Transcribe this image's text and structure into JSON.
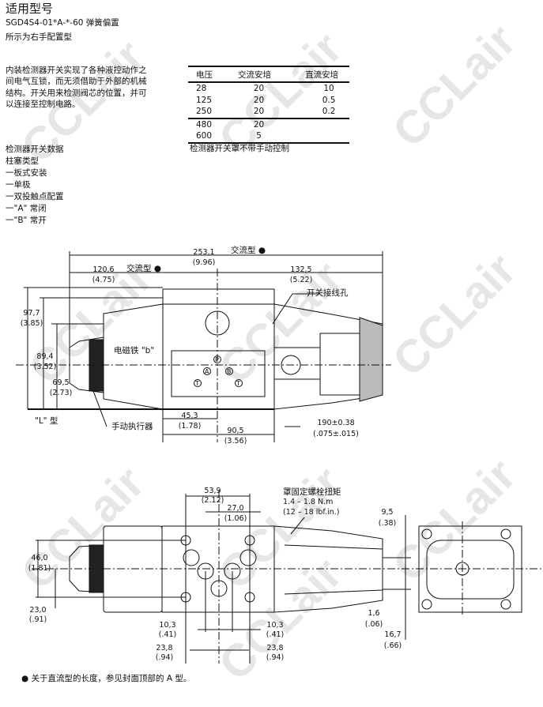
{
  "header": {
    "title": "适用型号",
    "model": "SGD4S4-01*A-*-60 弹簧偏置",
    "subtitle": "所示为右手配置型"
  },
  "description": [
    "内装检测器开关实现了各种液控动作之",
    "间电气互锁，而无须借助于外部的机械",
    "结构。开关用来检测阀芯的位置，并可",
    "以连接至控制电路。"
  ],
  "switch_data": {
    "title": "检测器开关数据",
    "items": [
      "柱塞类型",
      "一板式安装",
      "一单极",
      "一双投触点配置",
      "一\"A\" 常闭",
      "一\"B\" 常开"
    ]
  },
  "rating_table": {
    "headers": [
      "电压",
      "交流安培",
      "直流安培"
    ],
    "rows": [
      [
        "28",
        "20",
        "10"
      ],
      [
        "125",
        "20",
        "0.5"
      ],
      [
        "250",
        "20",
        "0.2"
      ],
      [
        "480",
        "20",
        ""
      ],
      [
        "600",
        "5",
        ""
      ]
    ],
    "note": "检测器开关罩不带手动控制"
  },
  "drawing_side": {
    "d_total": "253,1",
    "d_total_in": "(9.96)",
    "ac_label1": "交流型 ●",
    "d_left": "120,6",
    "d_left_in": "(4.75)",
    "ac_label2": "交流型 ●",
    "d_right": "132,5",
    "d_right_in": "(5.22)",
    "switch_port": "开关接线孔",
    "h1": "97,7",
    "h1_in": "(3.85)",
    "h2": "89,4",
    "h2_in": "(3.52)",
    "h3": "69,5",
    "h3_in": "(2.73)",
    "solenoid": "电磁铁 \"b\"",
    "l_type": "\"L\" 型",
    "manual": "手动执行器",
    "w1": "45,3",
    "w1_in": "(1.78)",
    "w2": "90,5",
    "w2_in": "(3.56)",
    "gap": "190±0.38",
    "gap_in": "(.075±.015)",
    "ports": [
      "P",
      "A",
      "B",
      "T",
      "T"
    ]
  },
  "drawing_top": {
    "d1": "53,9",
    "d1_in": "(2.12)",
    "d2": "27,0",
    "d2_in": "(1.06)",
    "torque_title": "罩固定螺栓扭矩",
    "torque_nm": "1.4 – 1.8 N.m",
    "torque_lbf": "(12 – 18 lbf.in.)",
    "d3": "9,5",
    "d3_in": "(.38)",
    "h1": "46,0",
    "h1_in": "(1.81)",
    "h2": "23,0",
    "h2_in": "(.91)",
    "l1": "10,3",
    "l1_in": "(.41)",
    "r1": "10,3",
    "r1_in": "(.41)",
    "l2": "23,8",
    "l2_in": "(.94)",
    "r2": "23,8",
    "r2_in": "(.94)",
    "d4": "1,6",
    "d4_in": "(.06)",
    "d5": "16,7",
    "d5_in": "(.66)"
  },
  "footnote": "● 关于直流型的长度，参见封面顶部的 A 型。",
  "watermark": "CCLair"
}
